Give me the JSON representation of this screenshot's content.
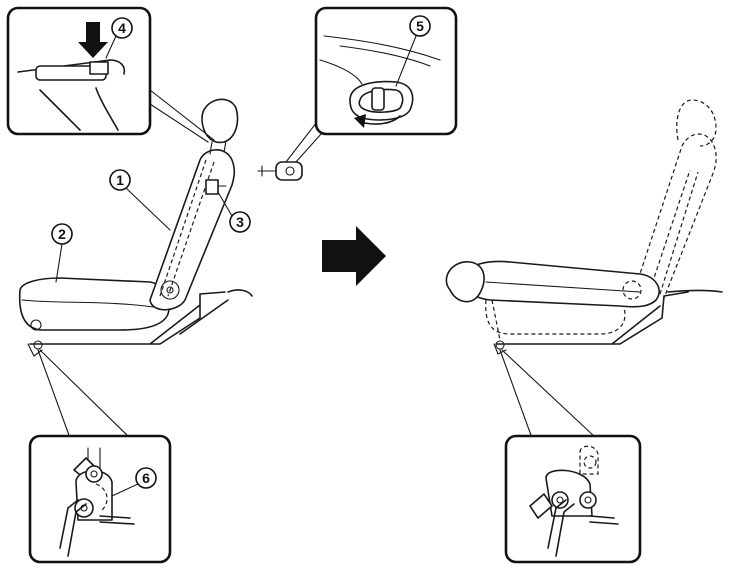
{
  "callouts": {
    "c1": "1",
    "c2": "2",
    "c3": "3",
    "c4": "4",
    "c5": "5",
    "c6": "6"
  },
  "arrow": {
    "color": "#111111"
  },
  "icons": [
    "seat-folding-diagram",
    "transition-arrow",
    "inset-detail"
  ]
}
